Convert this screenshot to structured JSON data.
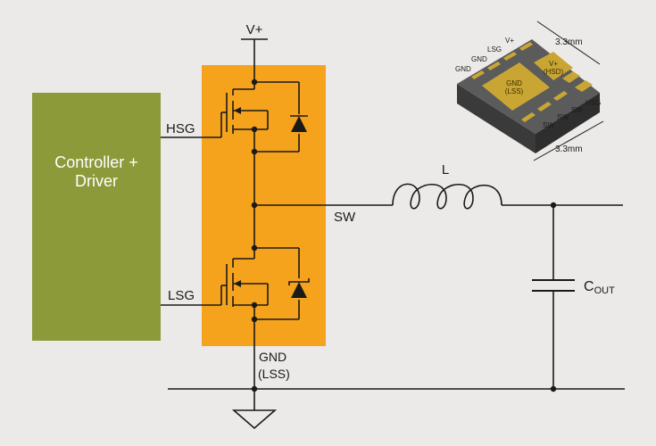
{
  "colors": {
    "background": "#eceae8",
    "controller": "#8d9a3a",
    "mosfet_box": "#f5a21c",
    "package_top": "#5b5b5b",
    "package_side": "#3a3a3a",
    "pad_gold": "#c9a634",
    "wire": "#1a1a1a"
  },
  "controller": {
    "line1": "Controller +",
    "line2": "Driver"
  },
  "labels": {
    "vplus": "V+",
    "hsg": "HSG",
    "lsg": "LSG",
    "sw": "SW",
    "inductor": "L",
    "cout_main": "C",
    "cout_sub": "OUT",
    "gnd": "GND",
    "lss": "(LSS)"
  },
  "package": {
    "dim_top": "3.3mm",
    "dim_bottom": "3.3mm",
    "pins_left": [
      "GND",
      "GND",
      "LSG",
      "V+"
    ],
    "pins_right": [
      "HSG",
      "SW",
      "SW",
      "SW"
    ],
    "pad_small_line1": "V+",
    "pad_small_line2": "(HSD)",
    "pad_large_line1": "GND",
    "pad_large_line2": "(LSS)"
  }
}
